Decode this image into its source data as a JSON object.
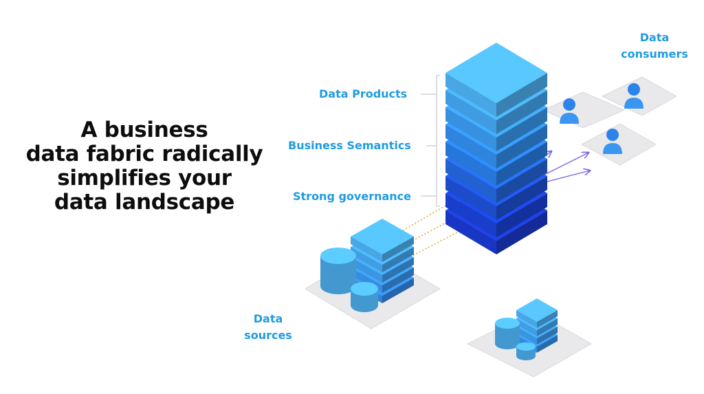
{
  "headline": {
    "lines": [
      "A business",
      "data fabric radically",
      "simplifies your",
      "data landscape"
    ]
  },
  "labels": {
    "data_products": "Data Products",
    "business_semantics": "Business Semantics",
    "strong_governance": "Strong governance",
    "data_consumers": [
      "Data",
      "consumers"
    ],
    "data_sources": [
      "Data",
      "sources"
    ]
  },
  "colors": {
    "label_blue": "#1f9be0",
    "light_blue": "#4fb3f5",
    "mid_blue": "#2c83ea",
    "dark_blue": "#1b43d8",
    "platform_gray": "#e8e8ea",
    "dotted_orange": "#e0a030",
    "arrow_purple": "#7b5ce8"
  },
  "icons": [
    "server-stack-icon",
    "database-cylinder-icon",
    "user-icon"
  ]
}
